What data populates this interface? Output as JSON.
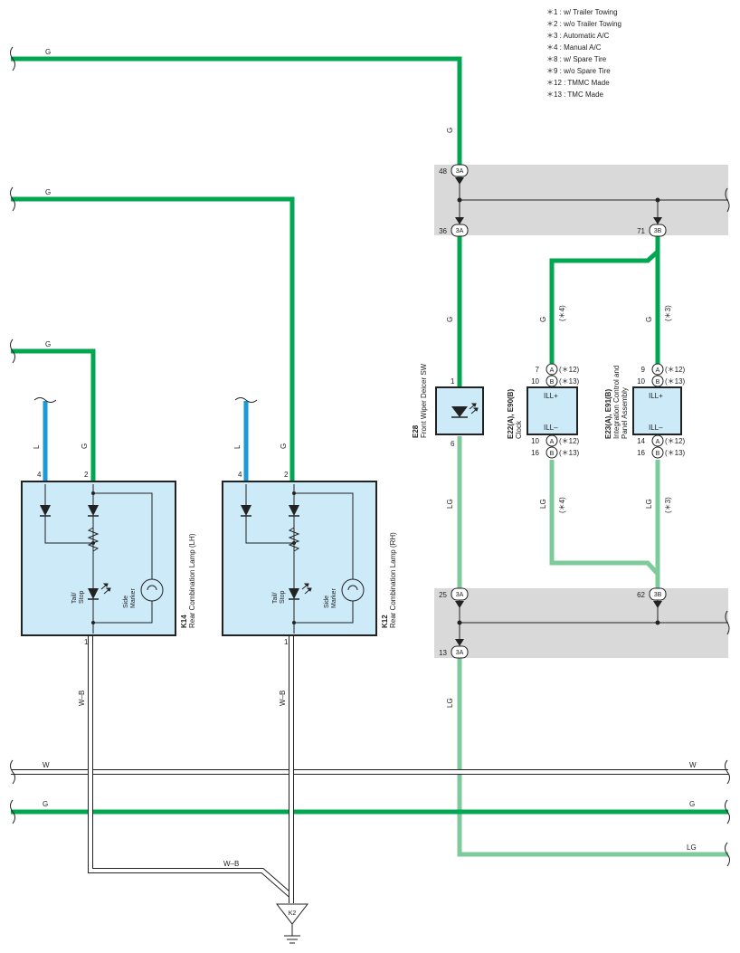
{
  "notes": [
    "＊1 : w/ Trailer Towing",
    "＊2 : w/o Trailer Towing",
    "＊3 : Automatic A/C",
    "＊4 : Manual A/C",
    "＊8 : w/ Spare Tire",
    "＊9 : w/o Spare Tire",
    "＊12 : TMMC Made",
    "＊13 : TMC Made"
  ],
  "colors": {
    "green": "#00a650",
    "light_green": "#7dcb9b",
    "blue": "#1a9ad6",
    "box_fill": "#cceaf8",
    "junction_fill": "#d9d9d9"
  },
  "wires": {
    "top_g": "G",
    "second_g": "G",
    "third_g": "G",
    "lamp_l": "L",
    "lamp_g": "G",
    "v_g_main": "G",
    "v_g_mid": "G",
    "v_g_clock": "G",
    "v_g_clock_note": "(＊4)",
    "v_g_panel": "G",
    "v_g_panel_note": "(＊3)",
    "v_lg_main": "LG",
    "v_lg_clock": "LG",
    "v_lg_clock_note": "(＊4)",
    "v_lg_panel": "LG",
    "v_lg_panel_note": "(＊3)",
    "v_lg_low": "LG",
    "wb_lh": "W–B",
    "wb_rh": "W–B",
    "wb_bottom": "W–B",
    "bottom_w": "W",
    "bottom_w_right": "W",
    "bottom_g": "G",
    "bottom_g_right": "G",
    "bottom_lg_right": "LG"
  },
  "junctions": {
    "top_in_pin": "48",
    "top_in_conn": "3A",
    "top_out_pin": "36",
    "top_out_conn": "3A",
    "top_right_pin": "71",
    "top_right_conn": "3B",
    "bot_in_pin": "25",
    "bot_in_conn": "3A",
    "bot_right_pin": "62",
    "bot_right_conn": "3B",
    "bot_out_pin": "13",
    "bot_out_conn": "3A"
  },
  "lamp_lh": {
    "code": "K14",
    "name": "Rear Combination Lamp (LH)",
    "pin_l": "4",
    "pin_g": "2",
    "pin_gnd": "1",
    "tail_label_1": "Tail/",
    "tail_label_2": "Stop",
    "side_label_1": "Side",
    "side_label_2": "Marker"
  },
  "lamp_rh": {
    "code": "K12",
    "name": "Rear Combination Lamp (RH)",
    "pin_l": "4",
    "pin_g": "2",
    "pin_gnd": "1",
    "tail_label_1": "Tail/",
    "tail_label_2": "Stop",
    "side_label_1": "Side",
    "side_label_2": "Marker"
  },
  "deicer": {
    "code": "E28",
    "name": "Front Wiper Deicer SW",
    "pin_top": "1",
    "pin_bottom": "6"
  },
  "clock": {
    "code": "E22(A), E90(B)",
    "name": "Clock",
    "ill_plus": "ILL+",
    "ill_minus": "ILL–",
    "top_pin_a": "7",
    "top_conn_a": "A",
    "top_note_a": "(＊12)",
    "top_pin_b": "10",
    "top_conn_b": "B",
    "top_note_b": "(＊13)",
    "bot_pin_a": "10",
    "bot_conn_a": "A",
    "bot_note_a": "(＊12)",
    "bot_pin_b": "16",
    "bot_conn_b": "B",
    "bot_note_b": "(＊13)"
  },
  "panel": {
    "code": "E23(A), E91(B)",
    "name_1": "Integration Control and",
    "name_2": "Panel Assembly",
    "ill_plus": "ILL+",
    "ill_minus": "ILL–",
    "top_pin_a": "9",
    "top_conn_a": "A",
    "top_note_a": "(＊12)",
    "top_pin_b": "10",
    "top_conn_b": "B",
    "top_note_b": "(＊13)",
    "bot_pin_a": "14",
    "bot_conn_a": "A",
    "bot_note_a": "(＊12)",
    "bot_pin_b": "16",
    "bot_conn_b": "B",
    "bot_note_b": "(＊13)"
  },
  "ground": {
    "code": "K2"
  }
}
